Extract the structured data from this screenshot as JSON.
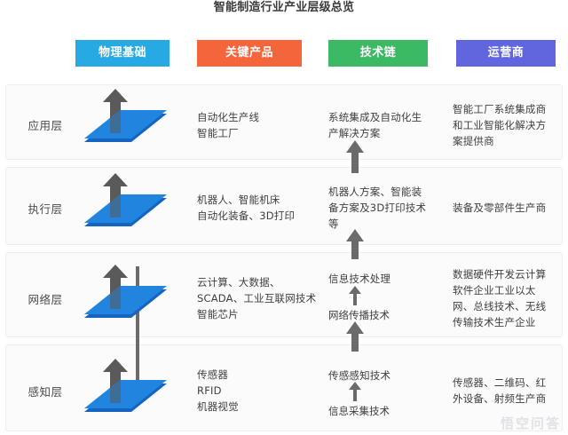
{
  "title": "智能制造行业产业层级总览",
  "header": {
    "badges": [
      {
        "label": "物理基础",
        "color": "#27a9e3"
      },
      {
        "label": "关键产品",
        "color": "#f4653c"
      },
      {
        "label": "技术链",
        "color": "#3cb963"
      },
      {
        "label": "运营商",
        "color": "#6166df"
      }
    ]
  },
  "rows": [
    {
      "layer": "应用层",
      "platform_icon": "blue-platform-up-arrow-icon",
      "products": "自动化生产线\n智能工厂",
      "tech_top": "系统集成及自动化生\n产解决方案",
      "tech_bottom": "",
      "operators": "智能工厂系统集成商\n和工业智能化解决方\n案提供商"
    },
    {
      "layer": "执行层",
      "platform_icon": "blue-platform-up-arrow-icon",
      "products": "机器人、智能机床\n自动化装备、3D打印",
      "tech_top": "机器人方案、智能装\n备方案及3D打印技术\n等",
      "tech_bottom": "",
      "operators": "装备及零部件生产商"
    },
    {
      "layer": "网络层",
      "platform_icon": "blue-platform-up-arrow-icon",
      "products": "云计算、大数据、\nSCADA、工业互联网技术\n智能芯片",
      "tech_top": "信息技术处理",
      "tech_bottom": "网络传播技术",
      "operators": "数据硬件开发云计算\n软件企业工业以太\n网、总线技术、无线\n传输技术生产企业"
    },
    {
      "layer": "感知层",
      "platform_icon": "blue-platform-up-arrow-icon",
      "products": "传感器\nRFID\n机器视觉",
      "tech_top": "传感感知技术",
      "tech_bottom": "信息采集技术",
      "operators": "传感器、二维码、红\n外设备、射频生产商"
    }
  ],
  "connectors": {
    "tech_chain_up_arrows": "upward-flow-arrows",
    "physical_down_arrow": "downward-flow-arrow"
  },
  "watermark": "悟空问答",
  "colors": {
    "platform_fill": "#1e85e0",
    "platform_edge": "#1565c0",
    "arrow_gray": "#595959",
    "row_bg": "#fbfbfc",
    "row_border": "#eceef0",
    "text": "#3f3f3f"
  }
}
